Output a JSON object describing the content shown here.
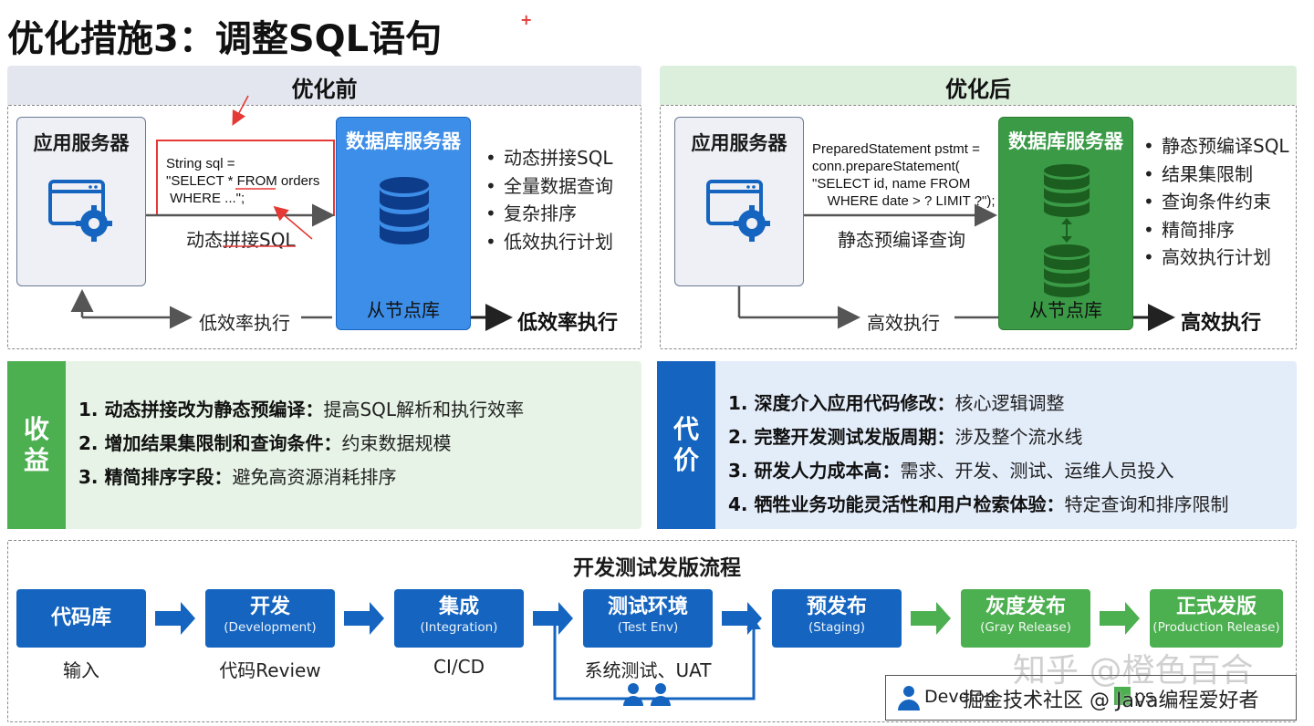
{
  "title": "优化措施3：调整SQL语句",
  "before": {
    "header": "优化前",
    "app_server": "应用服务器",
    "code_lines": [
      "String sql =",
      "\"SELECT * FROM orders",
      " WHERE ...\";"
    ],
    "arrow_label": "动态拼接SQL",
    "db_server": "数据库服务器",
    "db_sub": "从节点库",
    "bullets": [
      "动态拼接SQL",
      "全量数据查询",
      "复杂排序",
      "低效执行计划"
    ],
    "return_label": "低效率执行",
    "result_label": "低效率执行"
  },
  "after": {
    "header": "优化后",
    "app_server": "应用服务器",
    "code_lines": [
      "PreparedStatement pstmt =",
      "conn.prepareStatement(",
      "\"SELECT id, name FROM",
      "    WHERE date > ? LIMIT ?\");"
    ],
    "arrow_label": "静态预编译查询",
    "db_server": "数据库服务器",
    "db_sub": "从节点库",
    "bullets": [
      "静态预编译SQL",
      "结果集限制",
      "查询条件约束",
      "精简排序",
      "高效执行计划"
    ],
    "return_label": "高效执行",
    "result_label": "高效执行"
  },
  "benefits": {
    "tag": [
      "收",
      "益"
    ],
    "items": [
      {
        "bold": "1. 动态拼接改为静态预编译：",
        "text": "提高SQL解析和执行效率"
      },
      {
        "bold": "2. 增加结果集限制和查询条件：",
        "text": "约束数据规模"
      },
      {
        "bold": "3. 精简排序字段：",
        "text": "避免高资源消耗排序"
      }
    ]
  },
  "costs": {
    "tag": [
      "代",
      "价"
    ],
    "items": [
      {
        "bold": "1. 深度介入应用代码修改：",
        "text": "核心逻辑调整"
      },
      {
        "bold": "2. 完整开发测试发版周期：",
        "text": "涉及整个流水线"
      },
      {
        "bold": "3. 研发人力成本高：",
        "text": "需求、开发、测试、运维人员投入"
      },
      {
        "bold": "4. 牺牲业务功能灵活性和用户检索体验：",
        "text": "特定查询和排序限制"
      }
    ]
  },
  "flow": {
    "title": "开发测试发版流程",
    "steps": [
      {
        "main": "代码库",
        "sub": "",
        "caption": "输入"
      },
      {
        "main": "开发",
        "sub": "(Development)",
        "caption": "代码Review"
      },
      {
        "main": "集成",
        "sub": "(Integration)",
        "caption": "CI/CD"
      },
      {
        "main": "测试环境",
        "sub": "(Test Env)",
        "caption": "系统测试、UAT"
      },
      {
        "main": "预发布",
        "sub": "(Staging)",
        "caption": ""
      },
      {
        "main": "灰度发布",
        "sub": "(Gray Release)",
        "caption": ""
      },
      {
        "main": "正式发版",
        "sub": "(Production Release)",
        "caption": ""
      }
    ],
    "legend_text": "Develop",
    "legend_more": "ps"
  },
  "watermarks": {
    "zhihu": "知乎 @橙色百合",
    "juejin": "掘金技术社区 @ Java编程爱好者"
  },
  "colors": {
    "blue": "#1565c0",
    "blue_light": "#3d8ee8",
    "green": "#2e8b3e",
    "green_light": "#4caf50",
    "gray_head": "#e3e6ee",
    "green_head": "#dcefdc",
    "benefit_bg": "#e6f3e6",
    "cost_bg": "#e3ecf9",
    "red": "#e53935"
  }
}
